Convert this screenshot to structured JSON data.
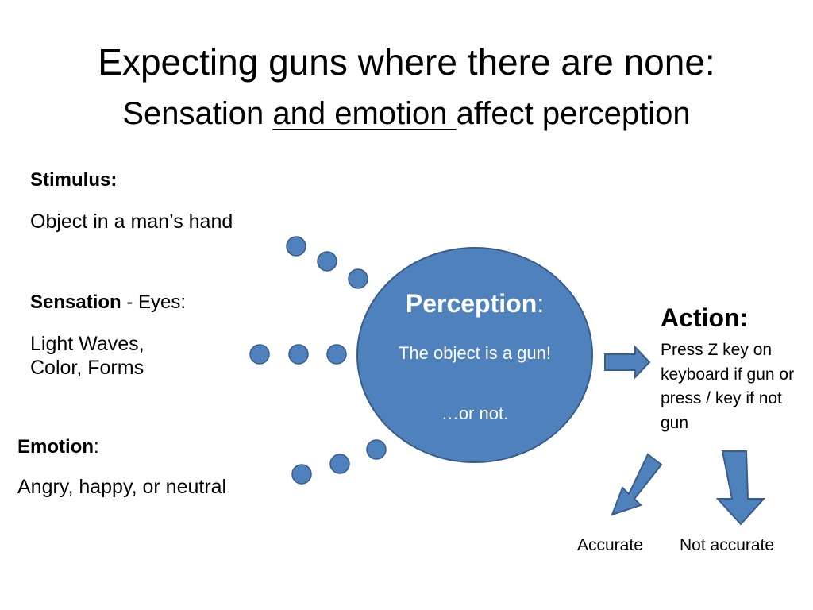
{
  "title": {
    "line1": "Expecting guns where there are none:",
    "line2_before": "Sensation ",
    "line2_underlined": "and emotion ",
    "line2_after": "affect perception"
  },
  "stimulus": {
    "heading": "Stimulus:",
    "text": "Object in a man’s hand"
  },
  "sensation": {
    "heading": "Sensation",
    "heading_suffix": " - Eyes:",
    "line1": "Light Waves,",
    "line2": "Color, Forms"
  },
  "emotion": {
    "heading": "Emotion",
    "heading_suffix": ":",
    "text": "Angry, happy, or neutral"
  },
  "perception": {
    "heading": "Perception",
    "heading_suffix": ":",
    "text": "The object is a gun!",
    "alt": "…or not."
  },
  "action": {
    "heading": "Action:",
    "text": "Press Z key on keyboard if gun or press / key if not gun"
  },
  "outcomes": {
    "accurate": "Accurate",
    "not_accurate": "Not accurate"
  },
  "colors": {
    "shape_fill": "#4f81bd",
    "shape_stroke": "#385d8a",
    "background": "#ffffff"
  }
}
